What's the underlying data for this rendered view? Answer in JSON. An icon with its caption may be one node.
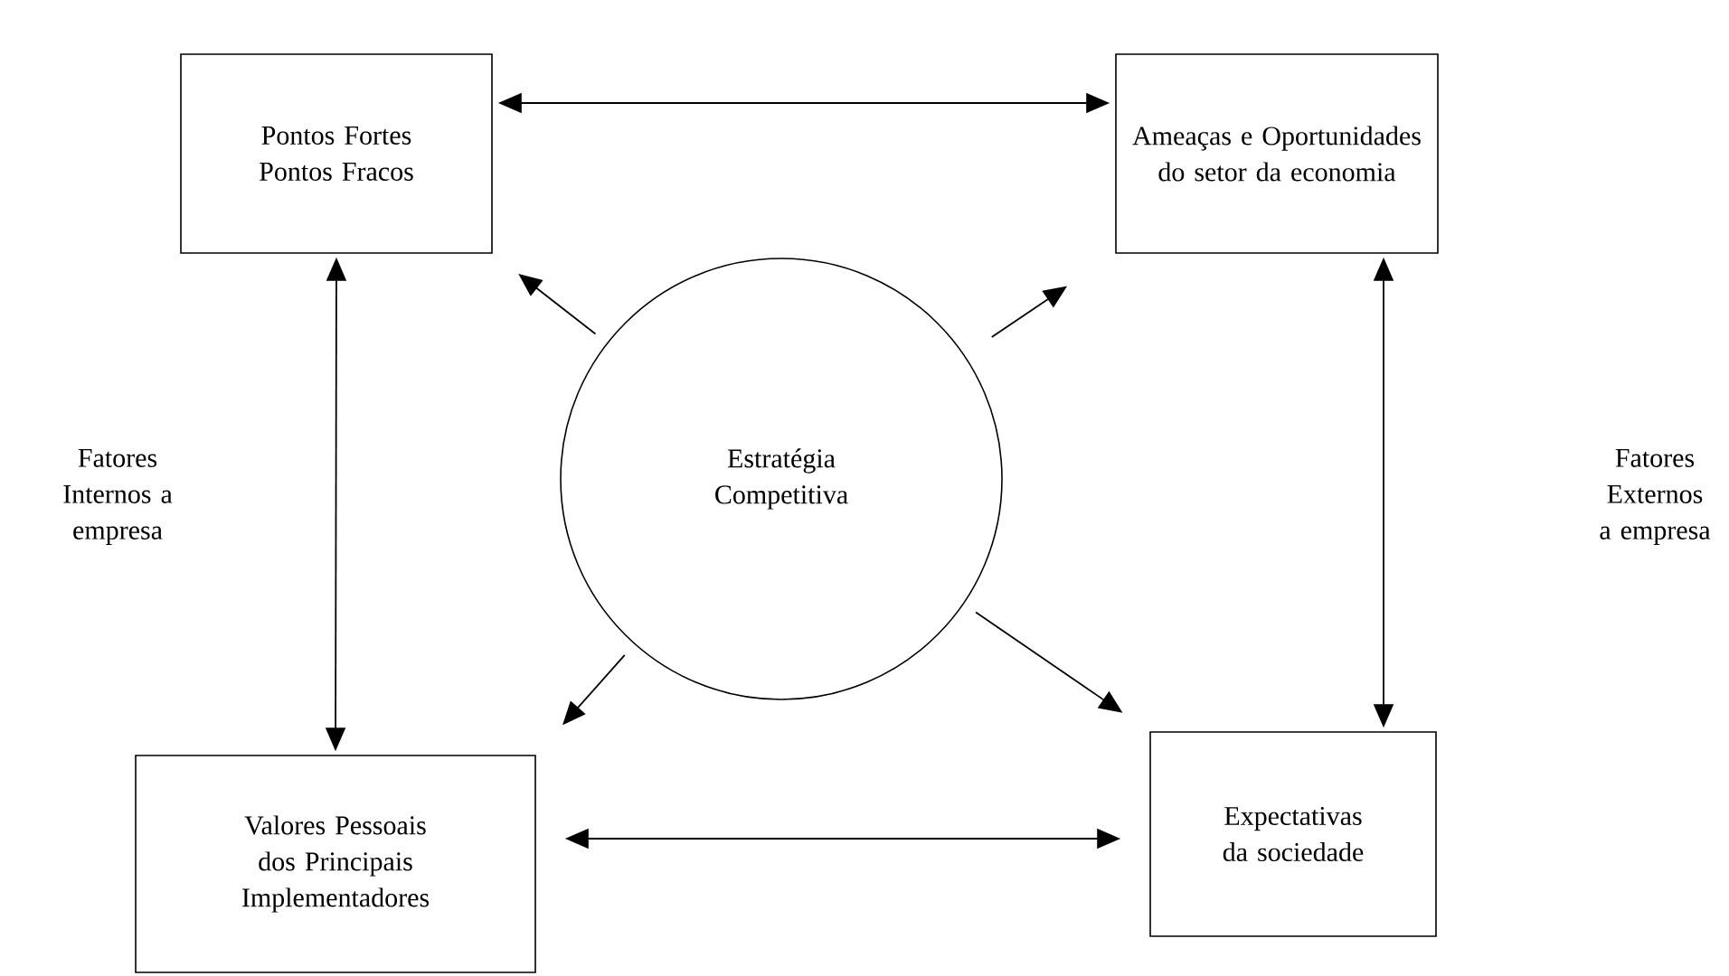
{
  "diagram": {
    "nodes": [
      {
        "text": [
          "Pontos Fortes",
          "Pontos Fracos"
        ]
      },
      {
        "text": [
          "Ameaças e Oportunidades do setor da economia"
        ]
      },
      {
        "text": [
          "Estratégia Competitiva"
        ]
      },
      {
        "text": [
          "Valores Pessoais dos Principais Implementadores"
        ]
      },
      {
        "text": [
          "Expectativas da sociedade"
        ]
      }
    ],
    "edges": [
      {
        "from": 0,
        "to": 1,
        "arrow": "both"
      },
      {
        "from": 0,
        "to": 3,
        "arrow": "both"
      },
      {
        "from": 1,
        "to": 4,
        "arrow": "both"
      },
      {
        "from": 3,
        "to": 4,
        "arrow": "both"
      },
      {
        "from": 2,
        "to": 0,
        "arrow": "to"
      },
      {
        "from": 2,
        "to": 1,
        "arrow": "to"
      },
      {
        "from": 2,
        "to": 3,
        "arrow": "to"
      },
      {
        "from": 2,
        "to": 4,
        "arrow": "to"
      }
    ],
    "labels": [
      "Fatores Internos a empresa",
      "Fatores Externos a empresa"
    ]
  }
}
